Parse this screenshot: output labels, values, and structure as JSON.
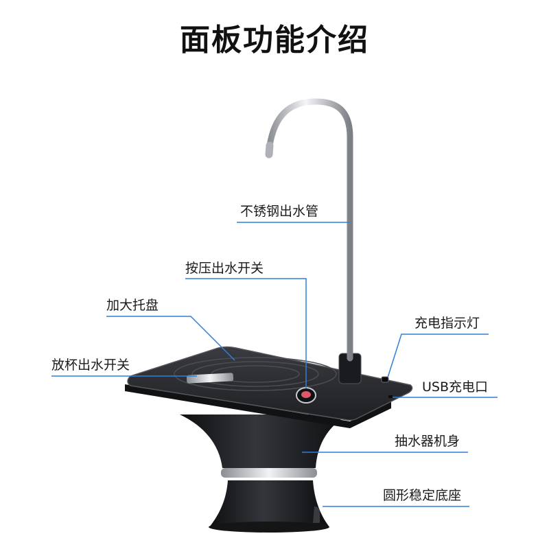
{
  "title": "面板功能介绍",
  "colors": {
    "leader_line": "#2f7fd8",
    "body": "#1c1d20",
    "panel": "#2a2b2f",
    "chrome": "#c8cbd0"
  },
  "labels": {
    "spout": "不锈钢出水管",
    "press_switch": "按压出水开关",
    "tray": "加大托盘",
    "cup_switch": "放杯出水开关",
    "indicator": "充电指示灯",
    "usb": "USB充电口",
    "body": "抽水器机身",
    "base": "圆形稳定底座"
  }
}
